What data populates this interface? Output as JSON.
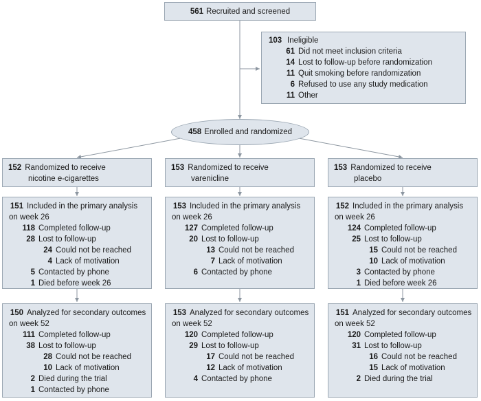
{
  "recruited": {
    "n": "561",
    "label": "Recruited and screened"
  },
  "ineligible": {
    "n": "103",
    "label": "Ineligible",
    "reasons": [
      {
        "n": "61",
        "label": "Did not meet inclusion criteria"
      },
      {
        "n": "14",
        "label": "Lost to follow-up before randomization"
      },
      {
        "n": "11",
        "label": "Quit smoking before randomization"
      },
      {
        "n": "6",
        "label": "Refused to use any study medication"
      },
      {
        "n": "11",
        "label": "Other"
      }
    ]
  },
  "randomized": {
    "n": "458",
    "label": "Enrolled and randomized"
  },
  "arms": [
    {
      "alloc": {
        "n": "152",
        "line1": "Randomized to receive",
        "line2": "nicotine e-cigarettes"
      },
      "primary": [
        {
          "n": "151",
          "t": "Included in the primary analysis",
          "lvl": 0
        },
        {
          "n": "",
          "t": "on week 26",
          "lvl": 0
        },
        {
          "n": "118",
          "t": "Completed follow-up",
          "lvl": 1
        },
        {
          "n": "28",
          "t": "Lost to follow-up",
          "lvl": 1
        },
        {
          "n": "24",
          "t": "Could not be reached",
          "lvl": 2
        },
        {
          "n": "4",
          "t": "Lack of motivation",
          "lvl": 2
        },
        {
          "n": "5",
          "t": "Contacted by phone",
          "lvl": 1
        },
        {
          "n": "1",
          "t": "Died before week 26",
          "lvl": 1
        }
      ],
      "secondary": [
        {
          "n": "150",
          "t": "Analyzed for secondary outcomes",
          "lvl": 0
        },
        {
          "n": "",
          "t": "on week 52",
          "lvl": 0
        },
        {
          "n": "111",
          "t": "Completed follow-up",
          "lvl": 1
        },
        {
          "n": "38",
          "t": "Lost to follow-up",
          "lvl": 1
        },
        {
          "n": "28",
          "t": "Could not be reached",
          "lvl": 2
        },
        {
          "n": "10",
          "t": "Lack of motivation",
          "lvl": 2
        },
        {
          "n": "2",
          "t": "Died during the trial",
          "lvl": 1
        },
        {
          "n": "1",
          "t": "Contacted by phone",
          "lvl": 1
        }
      ]
    },
    {
      "alloc": {
        "n": "153",
        "line1": "Randomized to receive",
        "line2": "varenicline"
      },
      "primary": [
        {
          "n": "153",
          "t": "Included in the primary analysis",
          "lvl": 0
        },
        {
          "n": "",
          "t": "on week 26",
          "lvl": 0
        },
        {
          "n": "127",
          "t": "Completed follow-up",
          "lvl": 1
        },
        {
          "n": "20",
          "t": "Lost to follow-up",
          "lvl": 1
        },
        {
          "n": "13",
          "t": "Could not be reached",
          "lvl": 2
        },
        {
          "n": "7",
          "t": "Lack of motivation",
          "lvl": 2
        },
        {
          "n": "6",
          "t": "Contacted by phone",
          "lvl": 1
        }
      ],
      "secondary": [
        {
          "n": "153",
          "t": "Analyzed for secondary outcomes",
          "lvl": 0
        },
        {
          "n": "",
          "t": "on week 52",
          "lvl": 0
        },
        {
          "n": "120",
          "t": "Completed follow-up",
          "lvl": 1
        },
        {
          "n": "29",
          "t": "Lost to follow-up",
          "lvl": 1
        },
        {
          "n": "17",
          "t": "Could not be reached",
          "lvl": 2
        },
        {
          "n": "12",
          "t": "Lack of motivation",
          "lvl": 2
        },
        {
          "n": "4",
          "t": "Contacted by phone",
          "lvl": 1
        }
      ]
    },
    {
      "alloc": {
        "n": "153",
        "line1": "Randomized to receive",
        "line2": "placebo"
      },
      "primary": [
        {
          "n": "152",
          "t": "Included in the primary analysis",
          "lvl": 0
        },
        {
          "n": "",
          "t": "on week 26",
          "lvl": 0
        },
        {
          "n": "124",
          "t": "Completed follow-up",
          "lvl": 1
        },
        {
          "n": "25",
          "t": "Lost to follow-up",
          "lvl": 1
        },
        {
          "n": "15",
          "t": "Could not be reached",
          "lvl": 2
        },
        {
          "n": "10",
          "t": "Lack of motivation",
          "lvl": 2
        },
        {
          "n": "3",
          "t": "Contacted by phone",
          "lvl": 1
        },
        {
          "n": "1",
          "t": "Died before week 26",
          "lvl": 1
        }
      ],
      "secondary": [
        {
          "n": "151",
          "t": "Analyzed for secondary outcomes",
          "lvl": 0
        },
        {
          "n": "",
          "t": "on week 52",
          "lvl": 0
        },
        {
          "n": "120",
          "t": "Completed follow-up",
          "lvl": 1
        },
        {
          "n": "31",
          "t": "Lost to follow-up",
          "lvl": 1
        },
        {
          "n": "16",
          "t": "Could not be reached",
          "lvl": 2
        },
        {
          "n": "15",
          "t": "Lack of motivation",
          "lvl": 2
        },
        {
          "n": "2",
          "t": "Died during the trial",
          "lvl": 1
        }
      ]
    }
  ],
  "colors": {
    "box_fill": "#dfe5ec",
    "box_border": "#9aa6b2",
    "line": "#8c96a0"
  }
}
